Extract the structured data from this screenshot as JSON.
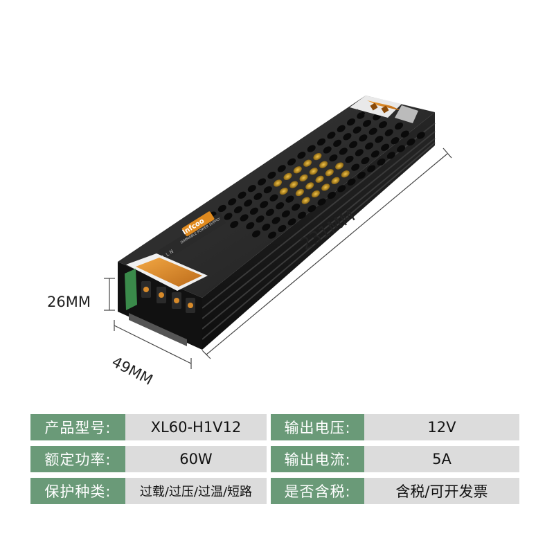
{
  "dimensions": {
    "height": "26MM",
    "width": "49MM",
    "length": "231MM"
  },
  "product_labels": {
    "brand": "Infcoo",
    "subtitle": "DIMMABLE POWER SUPPLY",
    "terminal_output": "+ - + -",
    "terminal_input": "CL L N"
  },
  "specs": [
    {
      "k1": "产品型号:",
      "v1": "XL60-H1V12",
      "k2": "输出电压:",
      "v2": "12V"
    },
    {
      "k1": "额定功率:",
      "v1": "60W",
      "k2": "输出电流:",
      "v2": "5A"
    },
    {
      "k1": "保护种类:",
      "v1": "过载/过压/过温/短路",
      "k2": "是否含税:",
      "v2": "含税/可开发票"
    }
  ],
  "colors": {
    "key_bg": "#6a9a78",
    "value_bg": "#dcdcdc",
    "housing": "#1c1c1c",
    "terminal": "#e08a1e",
    "vent_glow": "#d9a520"
  }
}
